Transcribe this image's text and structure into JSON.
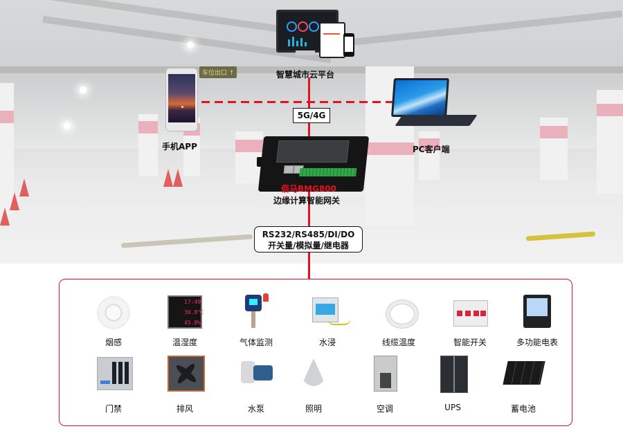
{
  "diagram": {
    "cloud_platform": {
      "label": "智慧城市云平台"
    },
    "mobile_app": {
      "label": "手机APP"
    },
    "pc_client": {
      "label": "PC客户端"
    },
    "network_link": {
      "label": "5G/4G"
    },
    "gateway": {
      "brand": "佰马BMG800",
      "description": "边缘计算智能网关"
    },
    "interfaces": {
      "line1": "RS232/RS485/DI/DO",
      "line2": "开关量/模拟量/继电器"
    },
    "devices_row1": [
      {
        "label": "烟感",
        "icon": "smoke-detector-icon"
      },
      {
        "label": "温湿度",
        "icon": "temperature-humidity-display-icon",
        "readings": [
          "17:49",
          "30.8℃",
          "45.8%"
        ]
      },
      {
        "label": "气体监测",
        "icon": "gas-detector-icon"
      },
      {
        "label": "水浸",
        "icon": "water-leak-sensor-icon"
      },
      {
        "label": "线缆温度",
        "icon": "cable-temperature-icon"
      },
      {
        "label": "智能开关",
        "icon": "smart-breaker-icon"
      },
      {
        "label": "多功能电表",
        "icon": "multifunction-meter-icon"
      }
    ],
    "devices_row2": [
      {
        "label": "门禁",
        "icon": "access-control-keypad-icon"
      },
      {
        "label": "排风",
        "icon": "exhaust-fan-icon"
      },
      {
        "label": "水泵",
        "icon": "water-pump-icon"
      },
      {
        "label": "照明",
        "icon": "lighting-lamp-icon"
      },
      {
        "label": "空调",
        "icon": "air-conditioner-icon"
      },
      {
        "label": "UPS",
        "icon": "ups-cabinet-icon"
      },
      {
        "label": "蓄电池",
        "icon": "battery-bank-icon"
      }
    ]
  },
  "colors": {
    "accent_red": "#e8101e",
    "text": "#111111",
    "panel_border": "#e8101e"
  }
}
